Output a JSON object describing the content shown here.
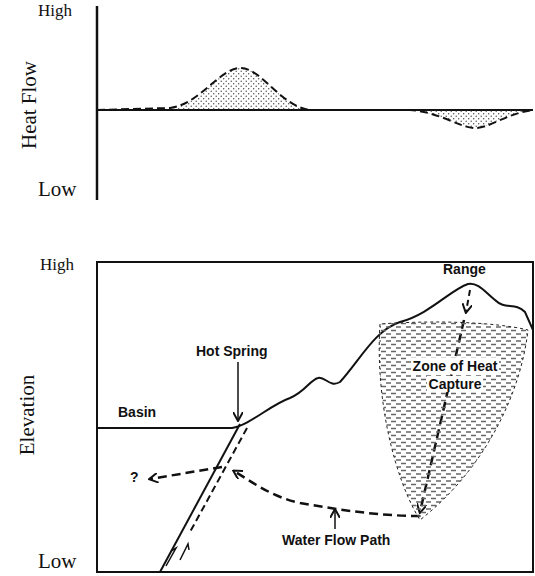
{
  "diagram": {
    "nodes": [
      {
        "text": [
          "Zone of Heat Capture"
        ]
      }
    ],
    "labels": [
      "High",
      "Heat Flow",
      "Low",
      "High",
      "Elevation",
      "Low",
      "Range",
      "Hot Spring",
      "Basin",
      "?",
      "Water Flow Path"
    ]
  }
}
